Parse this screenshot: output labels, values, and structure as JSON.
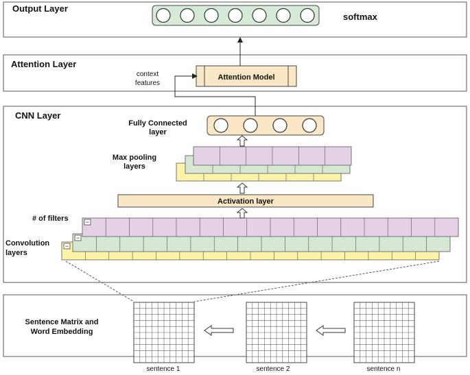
{
  "layers": {
    "output": {
      "title": "Output Layer",
      "activation": "softmax",
      "neurons": 7
    },
    "attention": {
      "title": "Attention Layer",
      "model_label": "Attention Model",
      "input_label": [
        "context",
        "features"
      ]
    },
    "cnn": {
      "title": "CNN Layer",
      "fully_connected": {
        "label": [
          "Fully Connected",
          "layer"
        ],
        "neurons": 4
      },
      "max_pooling": {
        "label": [
          "Max pooling",
          "layers"
        ],
        "cells": 6
      },
      "activation_label": "Activation layer",
      "filters_label": "# of filters",
      "convolution": {
        "label": [
          "Convolution",
          "layers"
        ],
        "cells": 16
      },
      "minus_symbol": "−"
    },
    "input": {
      "label": [
        "Sentence Matrix and",
        "Word Embedding"
      ],
      "grid_size": 10,
      "sentences": [
        "sentence 1",
        "sentence 2",
        "sentence n"
      ]
    }
  },
  "colors": {
    "panel_border": "#555555",
    "neuron_fill": "#d6ead8",
    "fc_fill": "#fbe7c6",
    "attention_fill": "#fbe7c6",
    "activation_fill": "#fbe7c6",
    "pink": "#e4d1e6",
    "green": "#d6e8d4",
    "yellow": "#fdf3a6",
    "arrow": "#222222"
  }
}
